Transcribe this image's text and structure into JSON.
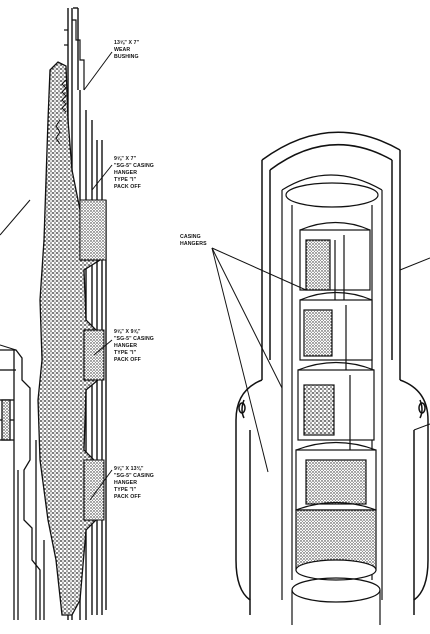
{
  "colors": {
    "ink": "#111111",
    "paper": "#ffffff",
    "stipple": "#6b6b6b"
  },
  "left_section": {
    "labels": [
      {
        "lines": [
          "13⅝\" X 7\"",
          "WEAR",
          "BUSHING"
        ]
      },
      {
        "lines": [
          "9⅝\" X 7\"",
          "\"SG-5\" CASING",
          "HANGER",
          "TYPE \"I\"",
          "PACK OFF"
        ]
      },
      {
        "lines": [
          "9⅝\" X 9⅝\"",
          "\"SG-5\" CASING",
          "HANGER",
          "TYPE \"I\"",
          "PACK OFF"
        ]
      },
      {
        "lines": [
          "9⅝\" X 13⅜\"",
          "\"SG-5\" CASING",
          "HANGER",
          "TYPE \"I\"",
          "PACK OFF"
        ]
      }
    ]
  },
  "right_section": {
    "labels": [
      {
        "lines": [
          "CASING",
          "HANGERS"
        ]
      }
    ]
  }
}
